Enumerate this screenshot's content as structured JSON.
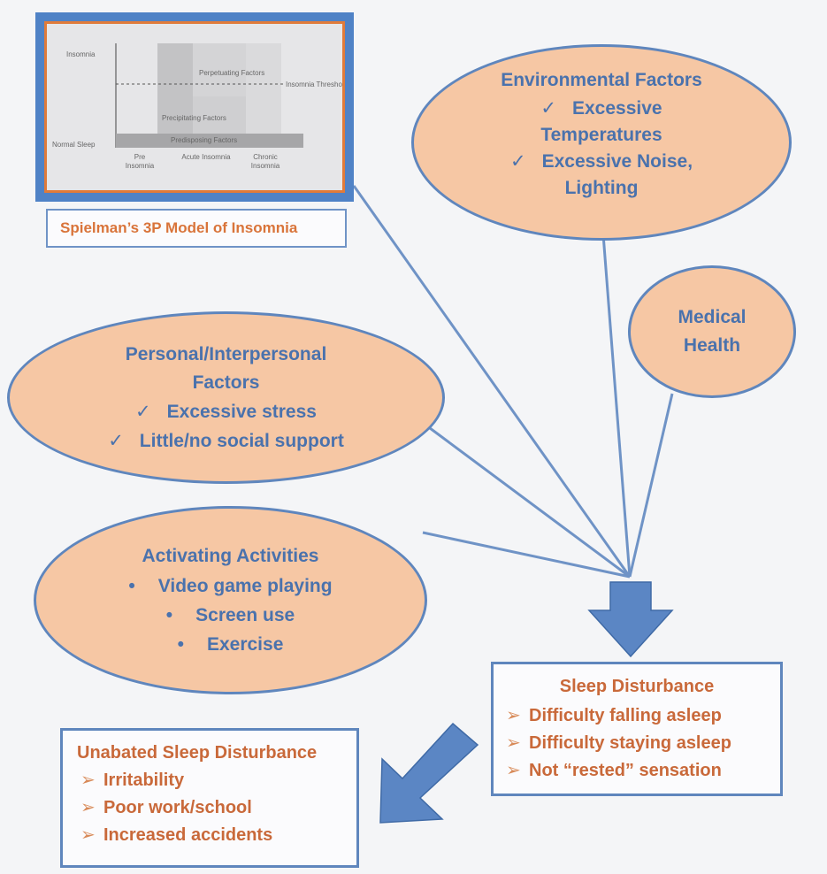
{
  "figure": {
    "y_labels": [
      "Insomnia",
      "Normal Sleep"
    ],
    "threshold_label": "Insomnia Threshold",
    "factor_labels": [
      "Perpetuating Factors",
      "Precipitating Factors",
      "Predisposing Factors"
    ],
    "x_ticks": [
      {
        "line1": "Pre",
        "line2": "Insomnia"
      },
      {
        "line1": "Acute Insomnia",
        "line2": ""
      },
      {
        "line1": "Chronic",
        "line2": "Insomnia"
      }
    ],
    "caption": "Spielman’s 3P Model of Insomnia"
  },
  "environmental": {
    "title": "Environmental Factors",
    "items": [
      "Excessive Temperatures",
      "Excessive Noise, Lighting"
    ],
    "item_lines": [
      [
        "Excessive",
        "Temperatures"
      ],
      [
        "Excessive Noise,",
        "Lighting"
      ]
    ]
  },
  "medical": {
    "title_lines": [
      "Medical",
      "Health"
    ]
  },
  "personal": {
    "title_lines": [
      "Personal/Interpersonal",
      "Factors"
    ],
    "items": [
      "Excessive stress",
      "Little/no social support"
    ]
  },
  "activating": {
    "title": "Activating Activities",
    "items": [
      "Video game playing",
      "Screen use",
      "Exercise"
    ]
  },
  "sleep_disturbance": {
    "title": "Sleep Disturbance",
    "items": [
      "Difficulty falling asleep",
      "Difficulty staying asleep",
      "Not “rested” sensation"
    ]
  },
  "unabated": {
    "title": "Unabated Sleep Disturbance",
    "items": [
      "Irritability",
      "Poor work/school",
      "Increased accidents"
    ]
  },
  "symbols": {
    "check": "✓",
    "bullet": "•",
    "chevron": "➢"
  },
  "colors": {
    "ellipse_fill": "#f6c7a4",
    "ellipse_text": "#4a72ad",
    "line": "#6f93c6",
    "box_text": "#c9693a"
  }
}
